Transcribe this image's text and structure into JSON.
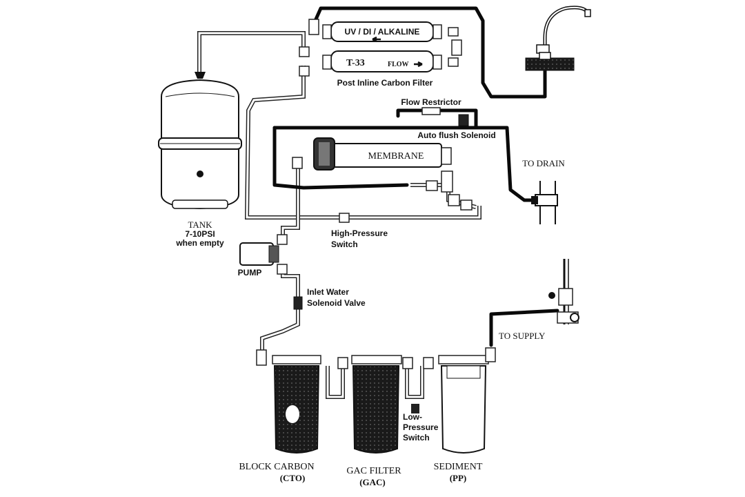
{
  "labels": {
    "uv_filter": "UV / DI / ALKALINE",
    "t33_filter": "T-33",
    "flow": "FLOW",
    "post_filter_caption": "Post Inline Carbon Filter",
    "flow_restrictor": "Flow Restrictor",
    "auto_flush": "Auto flush Solenoid",
    "membrane": "MEMBRANE",
    "to_drain": "TO DRAIN",
    "tank_title": "TANK",
    "tank_pressure": "7-10PSI",
    "tank_note": "when empty",
    "high_pressure_1": "High-Pressure",
    "high_pressure_2": "Switch",
    "pump": "PUMP",
    "inlet_1": "Inlet Water",
    "inlet_2": "Solenoid Valve",
    "to_supply": "TO SUPPLY",
    "low_pressure_1": "Low-",
    "low_pressure_2": "Pressure",
    "low_pressure_3": "Switch",
    "block_carbon": "BLOCK CARBON",
    "block_carbon_code": "(CTO)",
    "gac_filter": "GAC FILTER",
    "gac_code": "(GAC)",
    "sediment": "SEDIMENT",
    "sediment_code": "(PP)"
  },
  "colors": {
    "line": "#111111",
    "background": "#ffffff",
    "cartridge_fill": "#1a1a1a"
  },
  "icons": [
    "tank-icon",
    "faucet-icon",
    "pump-icon",
    "membrane-housing-icon",
    "filter-housing-icon",
    "valve-icon",
    "arrow-left-icon",
    "arrow-right-icon"
  ]
}
